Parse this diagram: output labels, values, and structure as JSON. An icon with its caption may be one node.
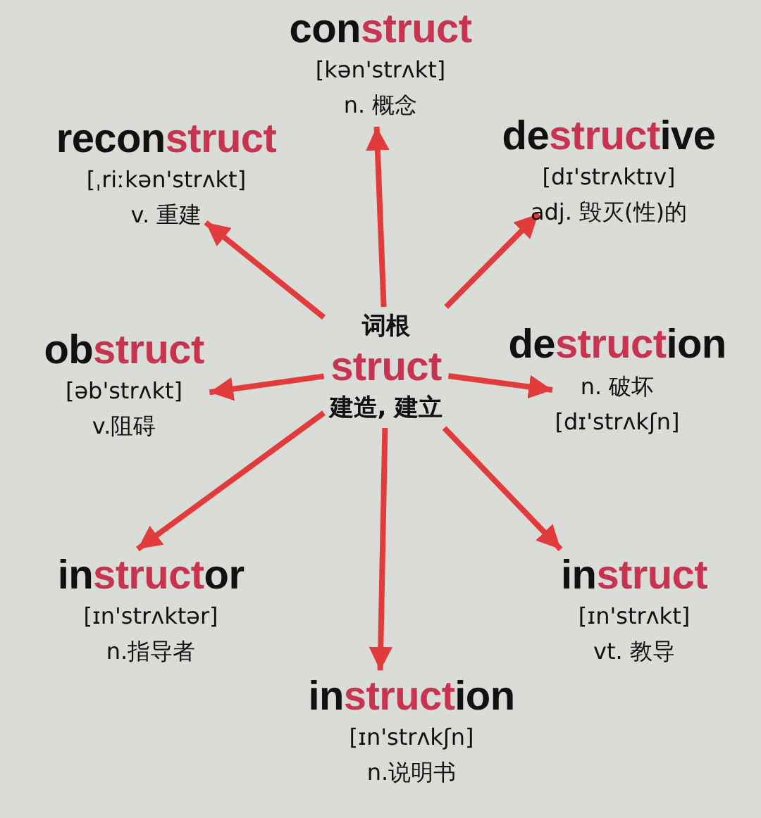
{
  "diagram": {
    "nodes": [
      {
        "text": [
          "con**struct**",
          "[kən'strʌkt]",
          "n. 概念"
        ]
      },
      {
        "text": [
          "recon**struct**",
          "[ˌriːkən'strʌkt]",
          "v. 重建"
        ]
      },
      {
        "text": [
          "de**struct**ive",
          "[dɪ'strʌktɪv]",
          "adj. 毁灭(性)的"
        ]
      },
      {
        "text": [
          "词根",
          "struct",
          "建造, 建立"
        ]
      },
      {
        "text": [
          "ob**struct**",
          "[əb'strʌkt]",
          "v.阻碍"
        ]
      },
      {
        "text": [
          "de**struct**ion",
          "n. 破坏",
          "[dɪ'strʌkʃn]"
        ]
      },
      {
        "text": [
          "in**struct**or",
          "[ɪn'strʌktər]",
          "n.指导者"
        ]
      },
      {
        "text": [
          "in**struct**",
          "[ɪn'strʌkt]",
          "vt. 教导"
        ]
      },
      {
        "text": [
          "in**struct**ion",
          "[ɪn'strʌkʃn]",
          "n.说明书"
        ]
      }
    ],
    "edges": [
      {
        "from": 3,
        "to": 0,
        "arrow": "to"
      },
      {
        "from": 3,
        "to": 1,
        "arrow": "to"
      },
      {
        "from": 3,
        "to": 2,
        "arrow": "to"
      },
      {
        "from": 3,
        "to": 4,
        "arrow": "to"
      },
      {
        "from": 3,
        "to": 5,
        "arrow": "to"
      },
      {
        "from": 3,
        "to": 6,
        "arrow": "to"
      },
      {
        "from": 3,
        "to": 7,
        "arrow": "to"
      },
      {
        "from": 3,
        "to": 8,
        "arrow": "to"
      }
    ]
  }
}
